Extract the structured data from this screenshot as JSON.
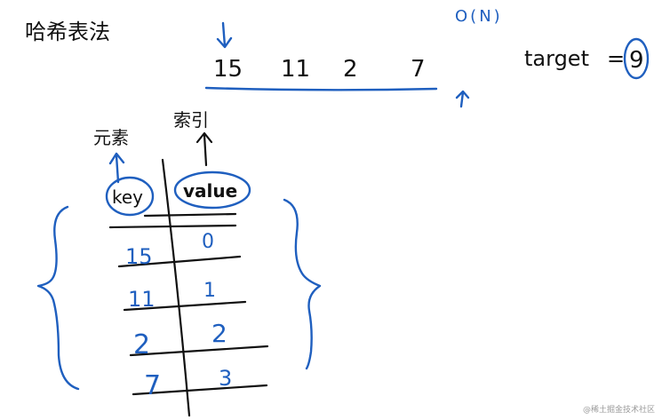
{
  "title": "哈希表法",
  "complexity": "O(N)",
  "array": [
    "15",
    "11",
    "2",
    "7"
  ],
  "target": {
    "label": "target",
    "equals": "=",
    "value": "9"
  },
  "table": {
    "key_annotation": "元素",
    "value_annotation": "索引",
    "headers": {
      "key": "key",
      "value": "value"
    },
    "rows": [
      {
        "key": "15",
        "value": "0"
      },
      {
        "key": "11",
        "value": "1"
      },
      {
        "key": "2",
        "value": "2"
      },
      {
        "key": "7",
        "value": "3"
      }
    ]
  },
  "watermark": "@稀土掘金技术社区",
  "colors": {
    "ink": "#111111",
    "accent": "#1f5fbf"
  }
}
